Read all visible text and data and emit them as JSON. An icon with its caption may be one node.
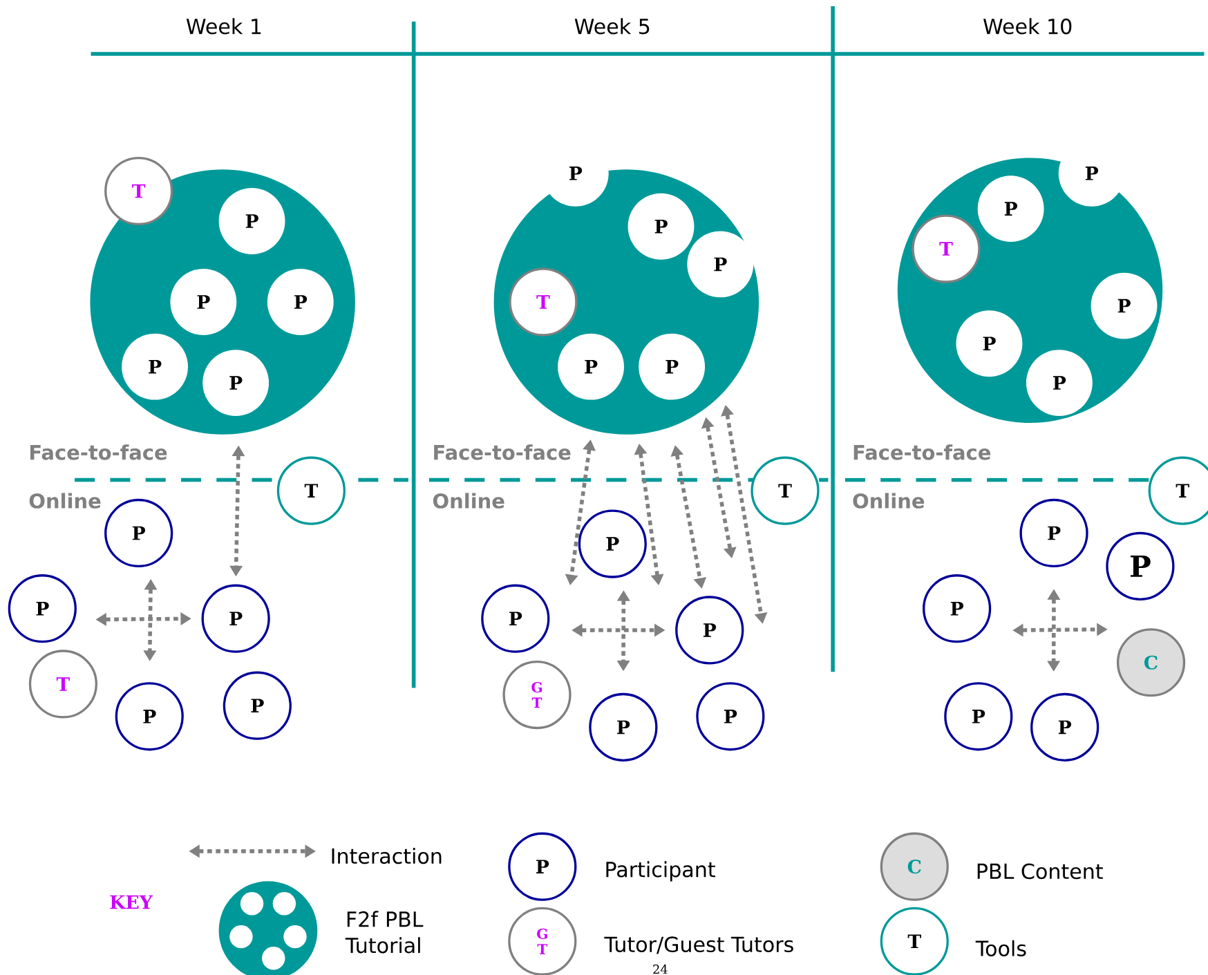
{
  "diagram": {
    "nodes": [
      {
        "text": [],
        "shape": "circle"
      },
      {
        "text": [
          "T"
        ]
      },
      {
        "text": [
          "P"
        ],
        "in": 0
      },
      {
        "text": [
          "P"
        ],
        "in": 0
      },
      {
        "text": [
          "P"
        ],
        "in": 0
      },
      {
        "text": [
          "P"
        ],
        "in": 0
      },
      {
        "text": [
          "P"
        ],
        "in": 0
      },
      {
        "text": [
          "T"
        ]
      },
      {
        "text": [
          "P"
        ]
      },
      {
        "text": [
          "P"
        ]
      },
      {
        "text": [
          "P"
        ]
      },
      {
        "text": [
          "T"
        ]
      },
      {
        "text": [
          "P"
        ]
      },
      {
        "text": [
          "P"
        ]
      },
      {
        "text": [],
        "shape": "circle"
      },
      {
        "text": [
          "P"
        ]
      },
      {
        "text": [
          "P"
        ],
        "in": 14
      },
      {
        "text": [
          "P"
        ],
        "in": 14
      },
      {
        "text": [
          "T"
        ],
        "in": 14
      },
      {
        "text": [
          "P"
        ],
        "in": 14
      },
      {
        "text": [
          "P"
        ],
        "in": 14
      },
      {
        "text": [
          "T"
        ]
      },
      {
        "text": [
          "P"
        ]
      },
      {
        "text": [
          "P"
        ]
      },
      {
        "text": [
          "P"
        ]
      },
      {
        "text": [
          "G T"
        ]
      },
      {
        "text": [
          "P"
        ]
      },
      {
        "text": [
          "P"
        ]
      },
      {
        "text": [],
        "shape": "circle"
      },
      {
        "text": [
          "P"
        ]
      },
      {
        "text": [
          "P"
        ],
        "in": 28
      },
      {
        "text": [
          "T"
        ],
        "in": 28
      },
      {
        "text": [
          "P"
        ],
        "in": 28
      },
      {
        "text": [
          "P"
        ],
        "in": 28
      },
      {
        "text": [
          "P"
        ],
        "in": 28
      },
      {
        "text": [
          "T"
        ]
      },
      {
        "text": [
          "P"
        ]
      },
      {
        "text": [
          "P"
        ]
      },
      {
        "text": [
          "P"
        ]
      },
      {
        "text": [
          "C"
        ]
      },
      {
        "text": [
          "P"
        ]
      },
      {
        "text": [
          "P"
        ]
      }
    ],
    "edges": [
      {
        "from": 0,
        "to": 10,
        "arrow": "both"
      },
      {
        "from": 9,
        "to": 10,
        "arrow": "both"
      },
      {
        "from": 8,
        "to": 12,
        "arrow": "both"
      },
      {
        "from": 14,
        "to": null,
        "arrow": "both"
      },
      {
        "from": 14,
        "to": null,
        "arrow": "both"
      },
      {
        "from": 14,
        "to": 24,
        "arrow": "both"
      },
      {
        "from": 14,
        "to": null,
        "arrow": "both"
      },
      {
        "from": 14,
        "to": null,
        "arrow": "both"
      },
      {
        "from": 23,
        "to": 24,
        "arrow": "both"
      },
      {
        "from": 22,
        "to": 26,
        "arrow": "both"
      },
      {
        "from": 38,
        "to": 39,
        "arrow": "both"
      },
      {
        "from": 36,
        "to": 41,
        "arrow": "both"
      }
    ],
    "labels": [
      "Week 1",
      "Week 5",
      "Week 10",
      "Face-to-face",
      "Face-to-face",
      "Face-to-face",
      "Online",
      "Online",
      "Online",
      "P",
      "C",
      "KEY",
      "G T",
      "T",
      "24"
    ],
    "legend": [
      {
        "text": "Interaction"
      },
      {
        "text": "F2f PBL Tutorial"
      },
      {
        "text": "Participant"
      },
      {
        "text": "Tutor/Guest Tutors"
      },
      {
        "text": "PBL Content"
      },
      {
        "text": "Tools"
      }
    ]
  }
}
